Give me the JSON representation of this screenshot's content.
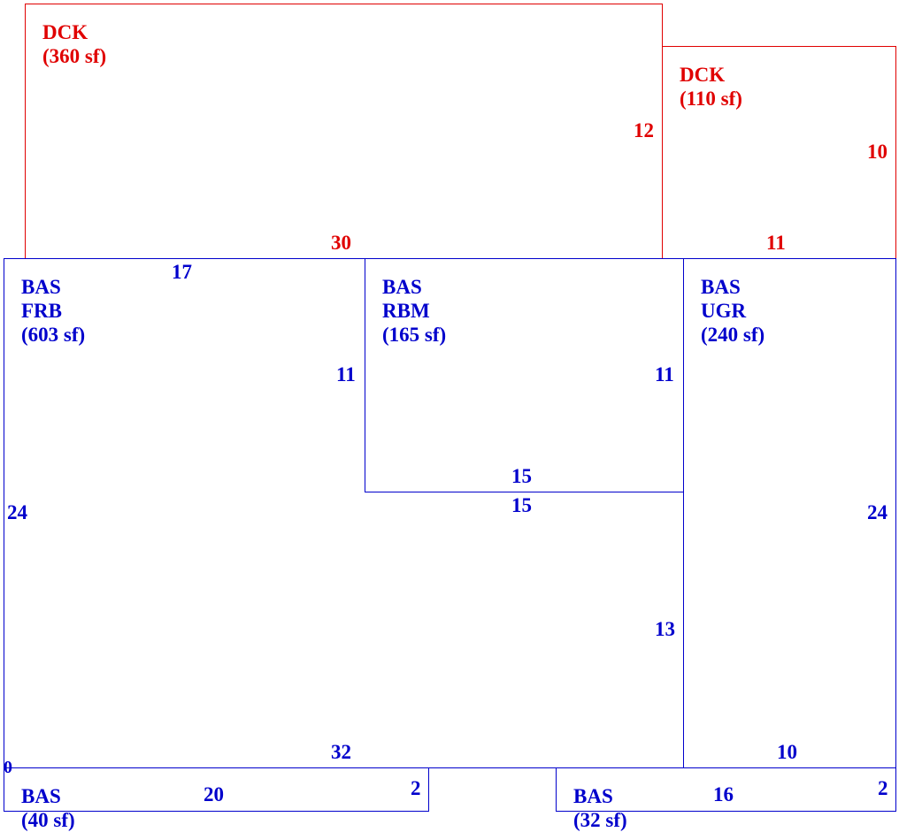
{
  "colors": {
    "deck": "#e00000",
    "base": "#0000cc",
    "background": "#ffffff"
  },
  "areas": {
    "dck_large": {
      "code": "DCK",
      "size": "(360 sf)"
    },
    "dck_small": {
      "code": "DCK",
      "size": "(110 sf)"
    },
    "bas_frb": {
      "code": "BAS",
      "sub": "FRB",
      "size": "(603 sf)"
    },
    "bas_rbm": {
      "code": "BAS",
      "sub": "RBM",
      "size": "(165 sf)"
    },
    "bas_ugr": {
      "code": "BAS",
      "sub": "UGR",
      "size": "(240 sf)"
    },
    "bas_bottom_left": {
      "code": "BAS",
      "size": "(40 sf)"
    },
    "bas_bottom_right": {
      "code": "BAS",
      "size": "(32 sf)"
    }
  },
  "dimensions": {
    "dck_large_right": "12",
    "dck_large_bottom": "30",
    "dck_small_right": "10",
    "dck_small_bottom": "11",
    "frb_top": "17",
    "frb_inner_right": "11",
    "frb_left": "24",
    "frb_bottom": "32",
    "frb_corner": "0",
    "rbm_right": "11",
    "rbm_bottom": "15",
    "rbm_below": "15",
    "frb_lower_right": "13",
    "ugr_right": "24",
    "ugr_bottom": "10",
    "bottom_left_width": "20",
    "bottom_left_height": "2",
    "bottom_right_width": "16",
    "bottom_right_height": "2"
  }
}
